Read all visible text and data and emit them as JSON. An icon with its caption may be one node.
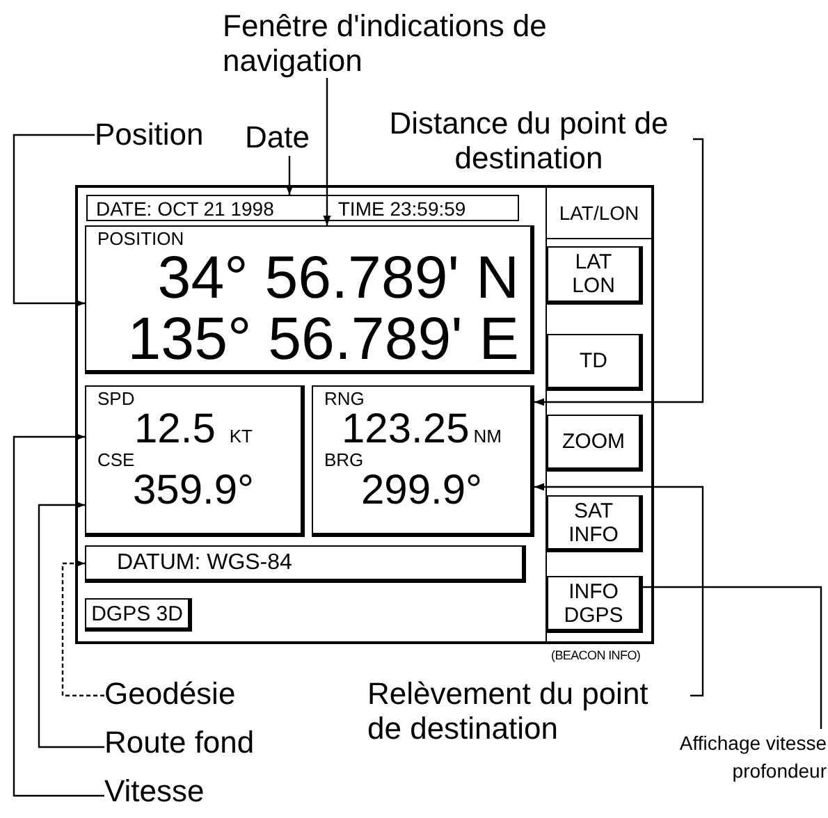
{
  "diagram": {
    "nodes": [
      {
        "text": [
          "Fenêtre d'indications de navigation"
        ]
      },
      {
        "text": [
          "Position"
        ]
      },
      {
        "text": [
          "Date"
        ]
      },
      {
        "text": [
          "Distance du point de destination"
        ]
      },
      {
        "text": [],
        "shape": "box"
      },
      {
        "text": [
          "DATE: OCT 21 1998",
          "TIME 23:59:59"
        ],
        "in": 4
      },
      {
        "text": [
          "LAT/LON"
        ],
        "in": 4
      },
      {
        "text": [
          "POSITION",
          "34° 56.789' N",
          "135° 56.789' E"
        ],
        "in": 4
      },
      {
        "text": [
          "LAT LON"
        ],
        "in": 4
      },
      {
        "text": [
          "SPD",
          "12.5",
          "KT",
          "CSE",
          "359.9°"
        ],
        "in": 4
      },
      {
        "text": [
          "TD"
        ],
        "in": 4
      },
      {
        "text": [
          "RNG",
          "123.25",
          "NM",
          "BRG",
          "299.9°"
        ],
        "in": 4
      },
      {
        "text": [
          "ZOOM"
        ],
        "in": 4
      },
      {
        "text": [
          "SAT INFO"
        ],
        "in": 4
      },
      {
        "text": [
          "DATUM: WGS-84"
        ],
        "in": 4
      },
      {
        "text": [
          "INFO DGPS"
        ],
        "in": 4,
        "beside": [
          "(BEACON INFO)"
        ]
      },
      {
        "text": [
          "DGPS 3D"
        ],
        "in": 4
      },
      {
        "text": [
          "Geodésie"
        ]
      },
      {
        "text": [
          "Relèvement du point de destination"
        ]
      },
      {
        "text": [
          "Route fond"
        ]
      },
      {
        "text": [
          "Affichage vitesse profondeur"
        ]
      },
      {
        "text": [
          "Vitesse"
        ]
      }
    ],
    "edges": [
      {
        "from": 0,
        "to": 7,
        "arrow": "to"
      },
      {
        "from": 1,
        "to": 7,
        "arrow": "to"
      },
      {
        "from": 2,
        "to": 5,
        "arrow": "to"
      },
      {
        "from": 3,
        "to": 11,
        "arrow": "to"
      },
      {
        "from": 17,
        "to": 14,
        "arrow": "to",
        "style": "dashed"
      },
      {
        "from": 18,
        "to": 11,
        "arrow": "to"
      },
      {
        "from": 19,
        "to": 9,
        "arrow": "to"
      },
      {
        "from": 20,
        "to": 15,
        "arrow": "none"
      },
      {
        "from": 21,
        "to": 9,
        "arrow": "to"
      }
    ]
  }
}
